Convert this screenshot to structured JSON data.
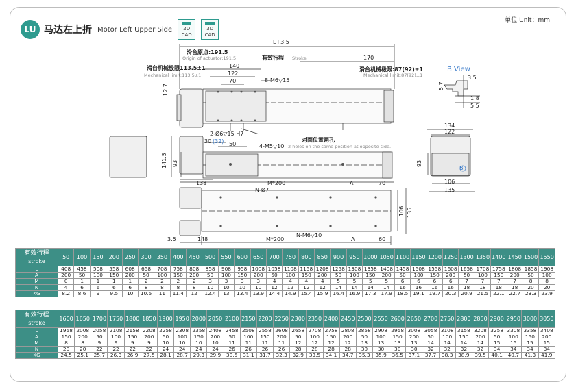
{
  "header": {
    "badge": "LU",
    "title_cn": "马达左上折",
    "title_en": "Motor Left Upper Side",
    "cad_2d": "2D\nCAD",
    "cad_3d": "3D\nCAD",
    "unit": "单位 Unit：mm"
  },
  "drawing": {
    "l_plus": "L+3.5",
    "origin_cn": "滑台原点:191.5",
    "origin_en": "Origin of actuator:191.5",
    "stroke_cn": "有效行程",
    "stroke_en": "Stroke",
    "d170": "170",
    "d140": "140",
    "d122": "122",
    "d70": "70",
    "m6": "8-M6▽15",
    "mech_left_cn": "滑台机械极限113.5±1",
    "mech_left_en": "Mechanical limit:113.5±1",
    "mech_right_cn": "滑台机械极限:87(92)±1",
    "mech_right_en": "Mechanical limit:87(92)±1",
    "d12_7": "12.7",
    "hole_phi6": "2-Ø6▽15 H7",
    "bview": "B View",
    "b35": "3.5",
    "b57": "5.7",
    "b18": "1.8",
    "b55": "5.5",
    "opp_cn": "对面位置两孔",
    "d30": "30",
    "d32": "(32)",
    "d50": "50",
    "m5": "4-M5▽10",
    "m5_note": "2 holes on the same position at opposite side.",
    "d141": "141.5",
    "d93": "93",
    "d134": "134",
    "d122b": "122",
    "d93b": "93",
    "d106": "106",
    "d135": "135",
    "d138": "138",
    "m200": "M*200",
    "a": "A",
    "d70b": "70",
    "n7": "N-Ø7",
    "d106b": "106",
    "d135b": "135",
    "d35": "3.5",
    "d148": "148",
    "m200b": "M*200",
    "m6n": "N-M6▽10",
    "ab": "A",
    "d60": "60",
    "b_label": "B"
  },
  "table1": {
    "head_cn": "有效行程",
    "head_en": "stroke",
    "strokes": [
      "50",
      "100",
      "150",
      "200",
      "250",
      "300",
      "350",
      "400",
      "450",
      "500",
      "550",
      "600",
      "650",
      "700",
      "750",
      "800",
      "850",
      "900",
      "950",
      "1000",
      "1050",
      "1100",
      "1150",
      "1200",
      "1250",
      "1300",
      "1350",
      "1400",
      "1450",
      "1500",
      "1550"
    ],
    "rows": [
      {
        "label": "L",
        "values": [
          "408",
          "458",
          "508",
          "558",
          "608",
          "658",
          "708",
          "758",
          "808",
          "858",
          "908",
          "958",
          "1008",
          "1058",
          "1108",
          "1158",
          "1208",
          "1258",
          "1308",
          "1358",
          "1408",
          "1458",
          "1508",
          "1558",
          "1608",
          "1658",
          "1708",
          "1758",
          "1808",
          "1858",
          "1908"
        ]
      },
      {
        "label": "A",
        "values": [
          "200",
          "50",
          "100",
          "150",
          "200",
          "50",
          "100",
          "150",
          "200",
          "50",
          "100",
          "150",
          "200",
          "50",
          "100",
          "150",
          "200",
          "50",
          "100",
          "150",
          "200",
          "50",
          "100",
          "150",
          "200",
          "50",
          "100",
          "150",
          "200",
          "50",
          "100"
        ]
      },
      {
        "label": "M",
        "values": [
          "0",
          "1",
          "1",
          "1",
          "1",
          "2",
          "2",
          "2",
          "2",
          "3",
          "3",
          "3",
          "3",
          "4",
          "4",
          "4",
          "4",
          "5",
          "5",
          "5",
          "5",
          "6",
          "6",
          "6",
          "6",
          "7",
          "7",
          "7",
          "7",
          "8",
          "8"
        ]
      },
      {
        "label": "N",
        "values": [
          "4",
          "6",
          "6",
          "6",
          "6",
          "8",
          "8",
          "8",
          "8",
          "10",
          "10",
          "10",
          "10",
          "12",
          "12",
          "12",
          "12",
          "14",
          "14",
          "14",
          "14",
          "16",
          "16",
          "16",
          "16",
          "18",
          "18",
          "18",
          "18",
          "20",
          "20"
        ]
      },
      {
        "label": "KG",
        "values": [
          "8.2",
          "8.6",
          "9",
          "9.5",
          "10",
          "10.5",
          "11",
          "11.4",
          "12",
          "12.4",
          "13",
          "13.4",
          "13.9",
          "14.4",
          "14.9",
          "15.4",
          "15.9",
          "16.4",
          "16.9",
          "17.3",
          "17.9",
          "18.5",
          "19.1",
          "19.7",
          "20.3",
          "20.9",
          "21.5",
          "22.1",
          "22.7",
          "23.3",
          "23.9"
        ]
      }
    ]
  },
  "table2": {
    "head_cn": "有效行程",
    "head_en": "stroke",
    "strokes": [
      "1600",
      "1650",
      "1700",
      "1750",
      "1800",
      "1850",
      "1900",
      "1950",
      "2000",
      "2050",
      "2100",
      "2150",
      "2200",
      "2250",
      "2300",
      "2350",
      "2400",
      "2450",
      "2500",
      "2550",
      "2600",
      "2650",
      "2700",
      "2750",
      "2800",
      "2850",
      "2900",
      "2950",
      "3000",
      "3050"
    ],
    "rows": [
      {
        "label": "L",
        "values": [
          "1958",
          "2008",
          "2058",
          "2108",
          "2158",
          "2208",
          "2258",
          "2308",
          "2358",
          "2408",
          "2458",
          "2508",
          "2558",
          "2608",
          "2658",
          "2708",
          "2758",
          "2808",
          "2858",
          "2908",
          "2958",
          "3008",
          "3058",
          "3108",
          "3158",
          "3208",
          "3258",
          "3308",
          "3358",
          "3408"
        ]
      },
      {
        "label": "A",
        "values": [
          "150",
          "200",
          "50",
          "100",
          "150",
          "200",
          "50",
          "100",
          "150",
          "200",
          "50",
          "100",
          "150",
          "200",
          "50",
          "100",
          "150",
          "200",
          "50",
          "100",
          "150",
          "200",
          "50",
          "100",
          "150",
          "200",
          "50",
          "100",
          "150",
          "200"
        ]
      },
      {
        "label": "M",
        "values": [
          "8",
          "8",
          "9",
          "9",
          "9",
          "9",
          "10",
          "10",
          "10",
          "10",
          "11",
          "11",
          "11",
          "11",
          "12",
          "12",
          "12",
          "12",
          "13",
          "13",
          "13",
          "13",
          "14",
          "14",
          "14",
          "14",
          "15",
          "15",
          "15",
          "15"
        ]
      },
      {
        "label": "N",
        "values": [
          "20",
          "20",
          "22",
          "22",
          "22",
          "22",
          "24",
          "24",
          "24",
          "24",
          "26",
          "26",
          "26",
          "26",
          "28",
          "28",
          "28",
          "28",
          "30",
          "30",
          "30",
          "30",
          "32",
          "32",
          "32",
          "32",
          "34",
          "34",
          "34",
          "34"
        ]
      },
      {
        "label": "KG",
        "values": [
          "24.5",
          "25.1",
          "25.7",
          "26.3",
          "26.9",
          "27.5",
          "28.1",
          "28.7",
          "29.3",
          "29.9",
          "30.5",
          "31.1",
          "31.7",
          "32.3",
          "32.9",
          "33.5",
          "34.1",
          "34.7",
          "35.3",
          "35.9",
          "36.5",
          "37.1",
          "37.7",
          "38.3",
          "38.9",
          "39.5",
          "40.1",
          "40.7",
          "41.3",
          "41.9"
        ]
      }
    ]
  }
}
